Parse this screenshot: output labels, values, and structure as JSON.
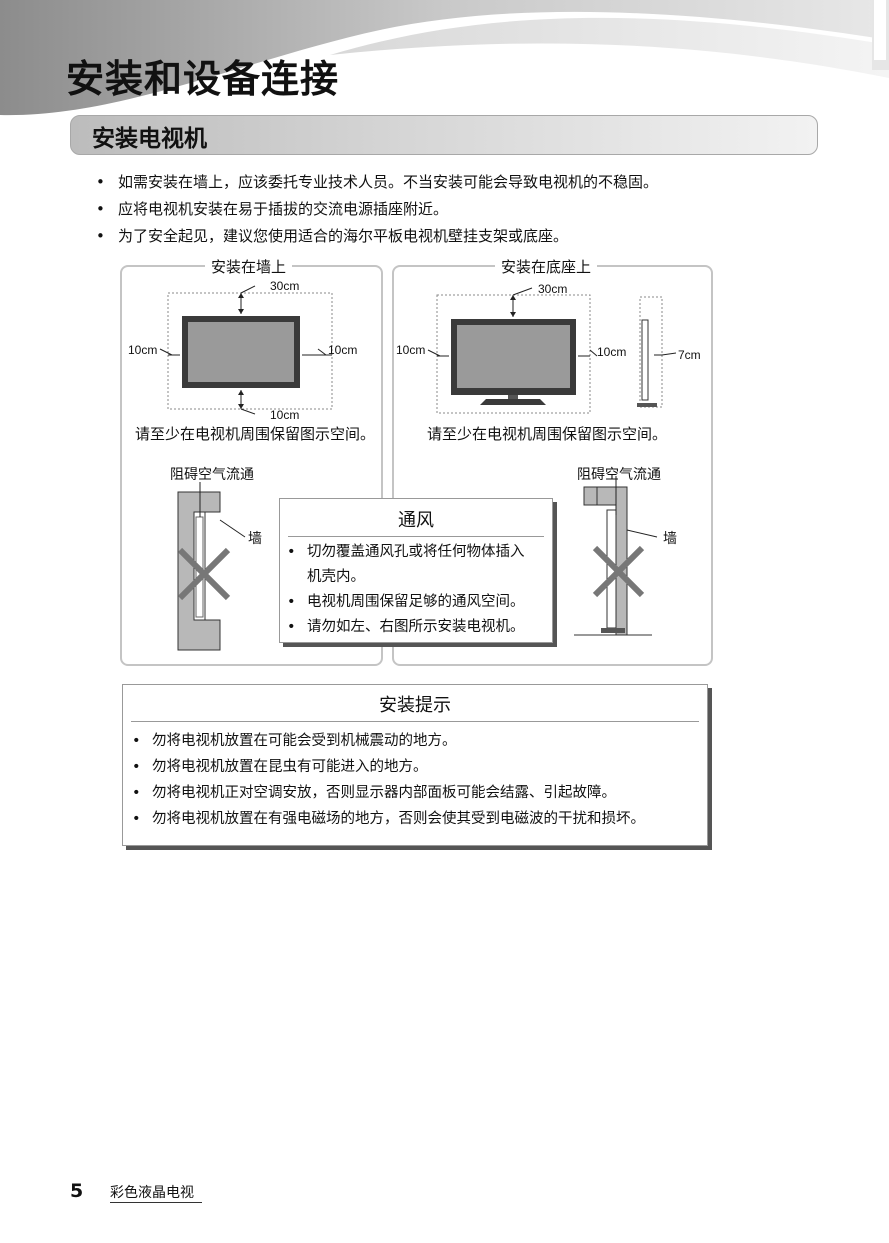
{
  "header": {
    "title": "安装和设备连接"
  },
  "section": {
    "title": "安装电视机"
  },
  "intro": [
    "如需安装在墙上，应该委托专业技术人员。不当安装可能会导致电视机的不稳固。",
    "应将电视机安装在易于插拔的交流电源插座附近。",
    "为了安全起见，建议您使用适合的海尔平板电视机壁挂支架或底座。"
  ],
  "bullet": "•",
  "left_panel": {
    "title": "安装在墙上",
    "top_gap": "30cm",
    "left_gap": "10cm",
    "right_gap": "10cm",
    "bottom_gap": "10cm",
    "caption": "请至少在电视机周围保留图示空间。",
    "blocked_label": "阻碍空气流通",
    "wall_label": "墙"
  },
  "right_panel": {
    "title": "安装在底座上",
    "top_gap": "30cm",
    "left_gap": "10cm",
    "right_gap": "10cm",
    "back_gap": "7cm",
    "caption": "请至少在电视机周围保留图示空间。",
    "blocked_label": "阻碍空气流通",
    "wall_label": "墙"
  },
  "ventilation": {
    "title": "通风",
    "items": [
      "切勿覆盖通风孔或将任何物体插入",
      "机壳内。",
      "电视机周围保留足够的通风空间。",
      "请勿如左、右图所示安装电视机。"
    ]
  },
  "tips": {
    "title": "安装提示",
    "items": [
      "勿将电视机放置在可能会受到机械震动的地方。",
      "勿将电视机放置在昆虫有可能进入的地方。",
      "勿将电视机正对空调安放，否则显示器内部面板可能会结露、引起故障。",
      "勿将电视机放置在有强电磁场的地方，否则会使其受到电磁波的干扰和损坏。"
    ]
  },
  "footer": {
    "page_number": "5",
    "label": "彩色液晶电视"
  },
  "colors": {
    "tv_frame": "#3a3a3a",
    "tv_screen": "#9a9a9a",
    "wall_gray": "#b8b8b8",
    "cross": "#777777"
  }
}
